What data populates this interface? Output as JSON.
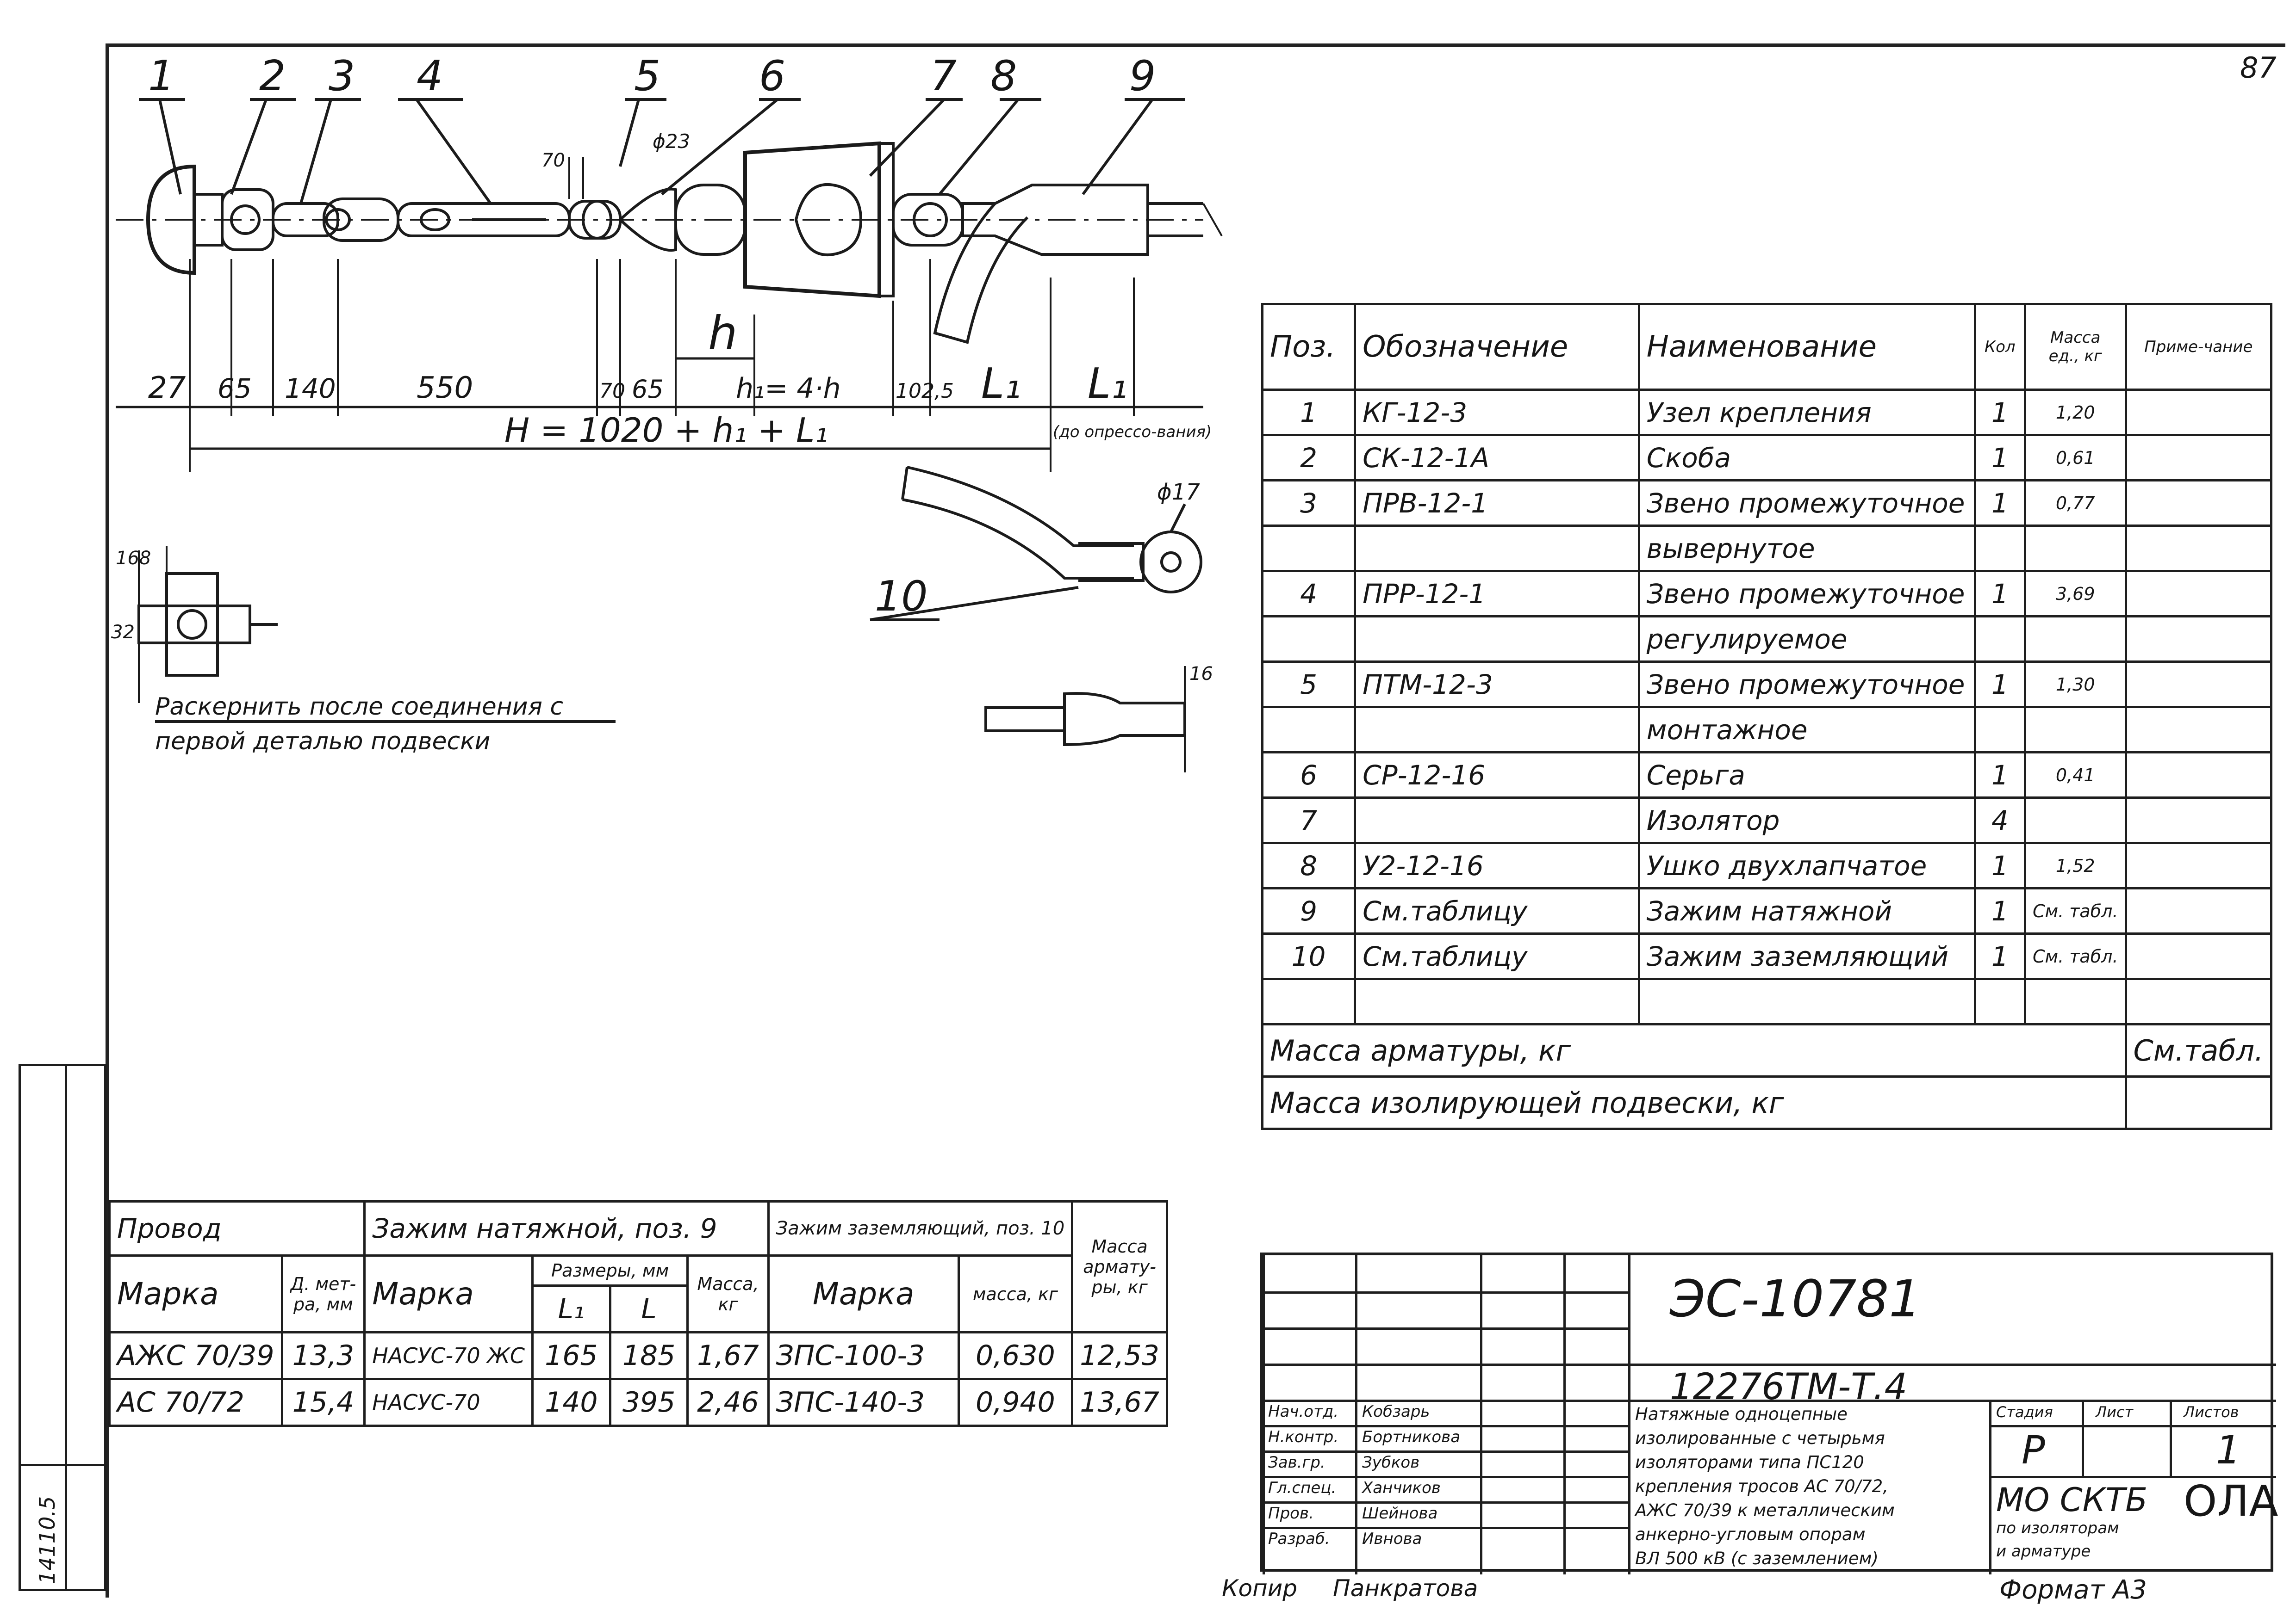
{
  "sheet_number": "87",
  "drawing": {
    "positions": [
      "1",
      "2",
      "3",
      "4",
      "5",
      "6",
      "7",
      "8",
      "9",
      "10"
    ],
    "dimensions": {
      "d1": "27",
      "d2": "65",
      "d3": "140",
      "d4": "550",
      "d5": "70",
      "d6": "65",
      "h": "h",
      "h1": "h₁= 4·h",
      "d7": "102,5",
      "L1": "L₁",
      "L2": "L₁",
      "total": "H = 1020 + h₁ + L₁",
      "note_pressing": "(до опрессо-вания)",
      "dia23": "ϕ23",
      "dia17": "ϕ17",
      "dim70": "70",
      "dim16": "16",
      "side_a": "32",
      "side_b": "168"
    },
    "note": {
      "line1": "Раскернить после соединения с",
      "line2": "первой деталью подвески"
    }
  },
  "spec_table": {
    "headers": {
      "pos": "Поз.",
      "designation": "Обозначение",
      "name": "Наименование",
      "qty": "Кол",
      "mass": "Масса ед., кг",
      "note": "Приме-чание"
    },
    "rows": [
      {
        "pos": "1",
        "designation": "КГ-12-3",
        "name": "Узел крепления",
        "qty": "1",
        "mass": "1,20"
      },
      {
        "pos": "2",
        "designation": "СК-12-1А",
        "name": "Скоба",
        "qty": "1",
        "mass": "0,61"
      },
      {
        "pos": "3",
        "designation": "ПРВ-12-1",
        "name": "Звено промежуточное",
        "qty": "1",
        "mass": "0,77"
      },
      {
        "pos": "",
        "designation": "",
        "name": "вывернутое",
        "qty": "",
        "mass": ""
      },
      {
        "pos": "4",
        "designation": "ПРР-12-1",
        "name": "Звено промежуточное",
        "qty": "1",
        "mass": "3,69"
      },
      {
        "pos": "",
        "designation": "",
        "name": "регулируемое",
        "qty": "",
        "mass": ""
      },
      {
        "pos": "5",
        "designation": "ПТМ-12-3",
        "name": "Звено промежуточное",
        "qty": "1",
        "mass": "1,30"
      },
      {
        "pos": "",
        "designation": "",
        "name": "монтажное",
        "qty": "",
        "mass": ""
      },
      {
        "pos": "6",
        "designation": "СР-12-16",
        "name": "Серьга",
        "qty": "1",
        "mass": "0,41"
      },
      {
        "pos": "7",
        "designation": "",
        "name": "Изолятор",
        "qty": "4",
        "mass": ""
      },
      {
        "pos": "8",
        "designation": "У2-12-16",
        "name": "Ушко двухлапчатое",
        "qty": "1",
        "mass": "1,52"
      },
      {
        "pos": "9",
        "designation": "См.таблицу",
        "name": "Зажим натяжной",
        "qty": "1",
        "mass": "См. табл."
      },
      {
        "pos": "10",
        "designation": "См.таблицу",
        "name": "Зажим заземляющий",
        "qty": "1",
        "mass": "См. табл."
      },
      {
        "pos": "",
        "designation": "",
        "name": "",
        "qty": "",
        "mass": ""
      }
    ],
    "mass_fittings_label": "Масса арматуры, кг",
    "mass_fittings_value": "См.табл.",
    "mass_suspension_label": "Масса изолирующей подвески, кг",
    "mass_suspension_value": ""
  },
  "wire_table": {
    "groups": {
      "wire": "Провод",
      "tension_clamp": "Зажим натяжной, поз. 9",
      "ground_clamp": "Зажим заземляющий, поз. 10",
      "fittings_mass": "Масса армату-ры, кг"
    },
    "cols": {
      "grade": "Марка",
      "diameter": "Д. мет-ра, мм",
      "clamp_grade": "Марка",
      "sizes": "Размеры, мм",
      "L1": "L₁",
      "L": "L",
      "clamp_mass": "Масса, кг",
      "ground_grade": "Марка",
      "ground_mass": "масса, кг"
    },
    "rows": [
      {
        "grade": "АЖС 70/39",
        "diameter": "13,3",
        "clamp": "НАСУС-70 ЖС",
        "L1": "165",
        "L": "185",
        "mass": "1,67",
        "ground": "ЗПС-100-3",
        "ground_mass": "0,630",
        "total": "12,53"
      },
      {
        "grade": "АС 70/72",
        "diameter": "15,4",
        "clamp": "НАСУС-70",
        "L1": "140",
        "L": "395",
        "mass": "2,46",
        "ground": "ЗПС-140-3",
        "ground_mass": "0,940",
        "total": "13,67"
      }
    ]
  },
  "title_block": {
    "doc_code": "ЭС-10781",
    "sub_code": "12276ТМ-Т.4",
    "description": [
      "Натяжные одноцепные",
      "изолированные с четырьмя",
      "изоляторами типа ПС120",
      "крепления тросов АС 70/72,",
      "АЖС 70/39 к металлическим",
      "анкерно-угловым опорам",
      "ВЛ 500 кВ (с заземлением)"
    ],
    "roles": [
      "Нач.отд.",
      "Н.контр.",
      "Зав.гр.",
      "Гл.спец.",
      "Пров.",
      "Разраб."
    ],
    "names": [
      "Кобзарь",
      "Бортникова",
      "Зубков",
      "Ханчиков",
      "Шейнова",
      "Ивнова"
    ],
    "stage_label": "Стадия",
    "sheet_label": "Лист",
    "sheets_label": "Листов",
    "stage": "Р",
    "sheet": "",
    "sheets": "1",
    "org_line1": "МО СКТБ",
    "org_line2": "по изоляторам",
    "org_line3": "и арматуре",
    "org_logo": "ОЛА"
  },
  "footer": {
    "copied": "Копир",
    "copier_name": "Панкратова",
    "format": "Формат А3"
  },
  "left_strip": {
    "inv_number": "14110.5"
  }
}
